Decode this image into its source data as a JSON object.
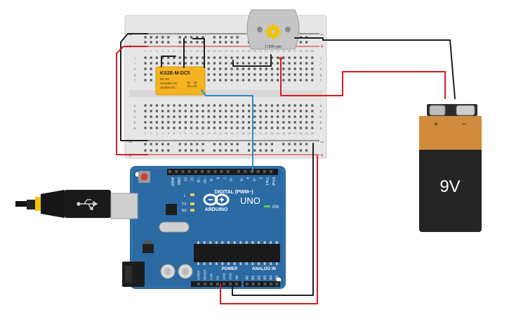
{
  "motor": {
    "rpm_label": "17399 rpm"
  },
  "relay": {
    "model": "KS2E-M-DC5",
    "specs": [
      "DC 5V",
      "1A/125V AC",
      "2A/30V DC"
    ]
  },
  "battery": {
    "voltage": "9V",
    "plus": "+",
    "minus": "−"
  },
  "arduino": {
    "brand": "ARDUINO",
    "model": "UNO",
    "digital_label": "DIGITAL (PWM~)",
    "power_label": "POWER",
    "analog_label": "ANALOG IN",
    "on_label": "ON",
    "l_label": "L",
    "tx_label": "TX",
    "rx_label": "RX",
    "digital_pins": [
      "AREF",
      "GND",
      "13",
      "12",
      "~11",
      "~10",
      "~9",
      "8",
      "7",
      "~6",
      "~5",
      "4",
      "~3",
      "2",
      "TX▸1",
      "RX◂0"
    ],
    "power_pins": [
      "IOREF",
      "RESET",
      "3.3V",
      "5V",
      "GND",
      "GND",
      "Vin"
    ],
    "analog_pins": [
      "A0",
      "A1",
      "A2",
      "A3",
      "A4",
      "A5"
    ]
  },
  "breadboard": {
    "rail_plus": "+",
    "rail_minus": "−",
    "row_letters_top": [
      "j",
      "i",
      "h",
      "g",
      "f"
    ],
    "row_letters_bottom": [
      "e",
      "d",
      "c",
      "b",
      "a"
    ],
    "column_numbers": [
      "1",
      "2",
      "3",
      "4",
      "5",
      "6",
      "7",
      "8",
      "9",
      "10",
      "11",
      "12",
      "13",
      "14",
      "15",
      "16",
      "17",
      "18",
      "19",
      "20",
      "21",
      "22",
      "23",
      "24",
      "25",
      "26",
      "27",
      "28",
      "29",
      "30"
    ]
  }
}
